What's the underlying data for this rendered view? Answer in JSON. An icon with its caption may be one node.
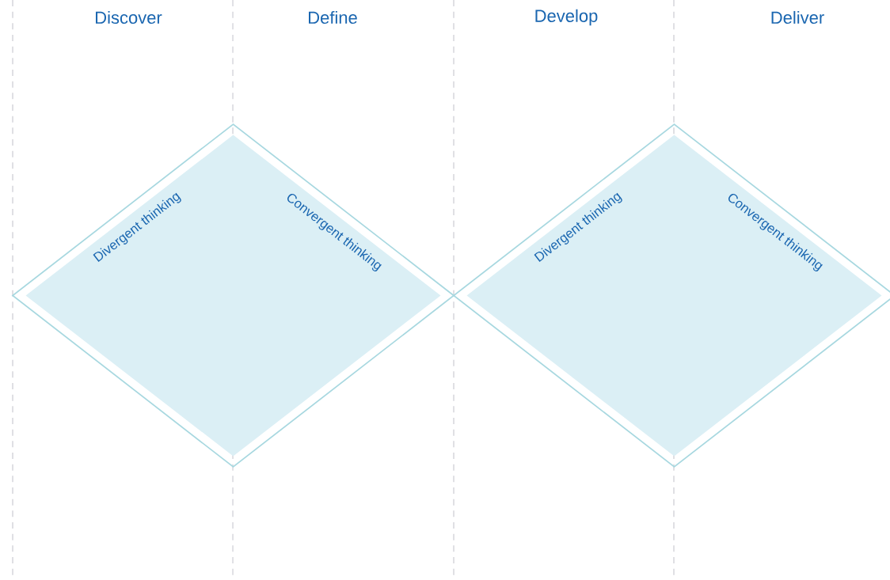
{
  "diagram": {
    "nodes": [
      {
        "text": [
          "Divergent thinking",
          "Convergent thinking"
        ]
      },
      {
        "text": [
          "Divergent thinking",
          "Convergent thinking"
        ]
      }
    ],
    "labels": [
      "Discover",
      "Define",
      "Develop",
      "Deliver"
    ]
  }
}
